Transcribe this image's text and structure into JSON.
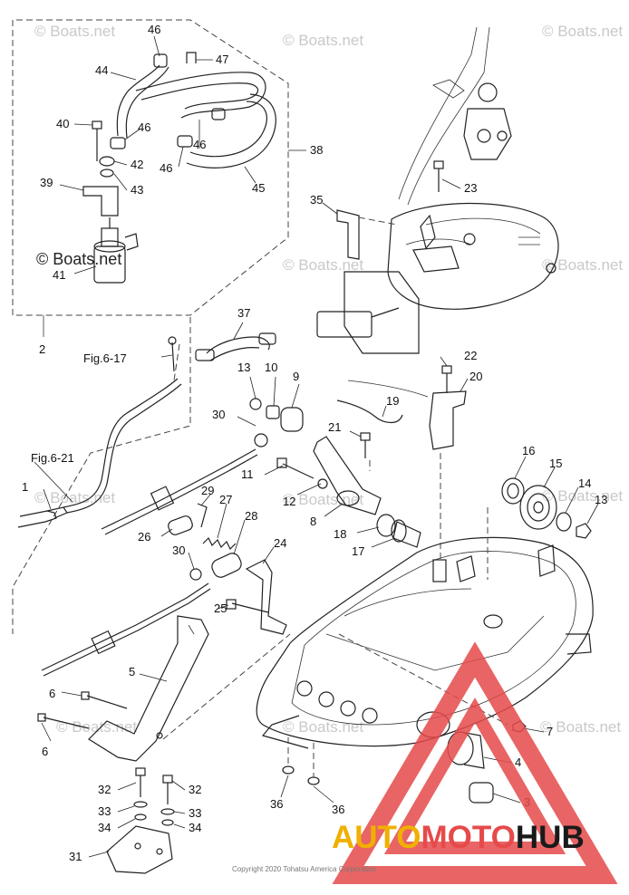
{
  "watermark": "© Boats.net",
  "watermark_large": "© Boats.net",
  "copyright": "Copyright 2020 Tohatsu America Corporation",
  "logo": {
    "part1": "AUTO",
    "part2": "MOTO",
    "part3": "HUB",
    "color1": "#f0b000",
    "color2": "#e64a4a",
    "color3": "#1a1a1a"
  },
  "colors": {
    "line": "#222222",
    "logo_triangle": "#e64a4a"
  },
  "callouts": {
    "c1": "1",
    "c2": "2",
    "c3": "3",
    "c4": "4",
    "c5": "5",
    "c6a": "6",
    "c6b": "6",
    "c7": "7",
    "c8": "8",
    "c9": "9",
    "c10": "10",
    "c11": "11",
    "c12": "12",
    "c13a": "13",
    "c13b": "13",
    "c14": "14",
    "c15": "15",
    "c16": "16",
    "c17": "17",
    "c18": "18",
    "c19": "19",
    "c20": "20",
    "c21": "21",
    "c22": "22",
    "c23": "23",
    "c24": "24",
    "c25": "25",
    "c26": "26",
    "c27": "27",
    "c28": "28",
    "c29": "29",
    "c30a": "30",
    "c30b": "30",
    "c31": "31",
    "c32a": "32",
    "c32b": "32",
    "c33a": "33",
    "c33b": "33",
    "c34a": "34",
    "c34b": "34",
    "c35": "35",
    "c36a": "36",
    "c36b": "36",
    "c37": "37",
    "c38": "38",
    "c39": "39",
    "c40": "40",
    "c41": "41",
    "c42": "42",
    "c43": "43",
    "c44": "44",
    "c45": "45",
    "c46a": "46",
    "c46b": "46",
    "c46c": "46",
    "c46d": "46",
    "c47": "47"
  },
  "references": {
    "fig617": "Fig.6-17",
    "fig621": "Fig.6-21"
  }
}
